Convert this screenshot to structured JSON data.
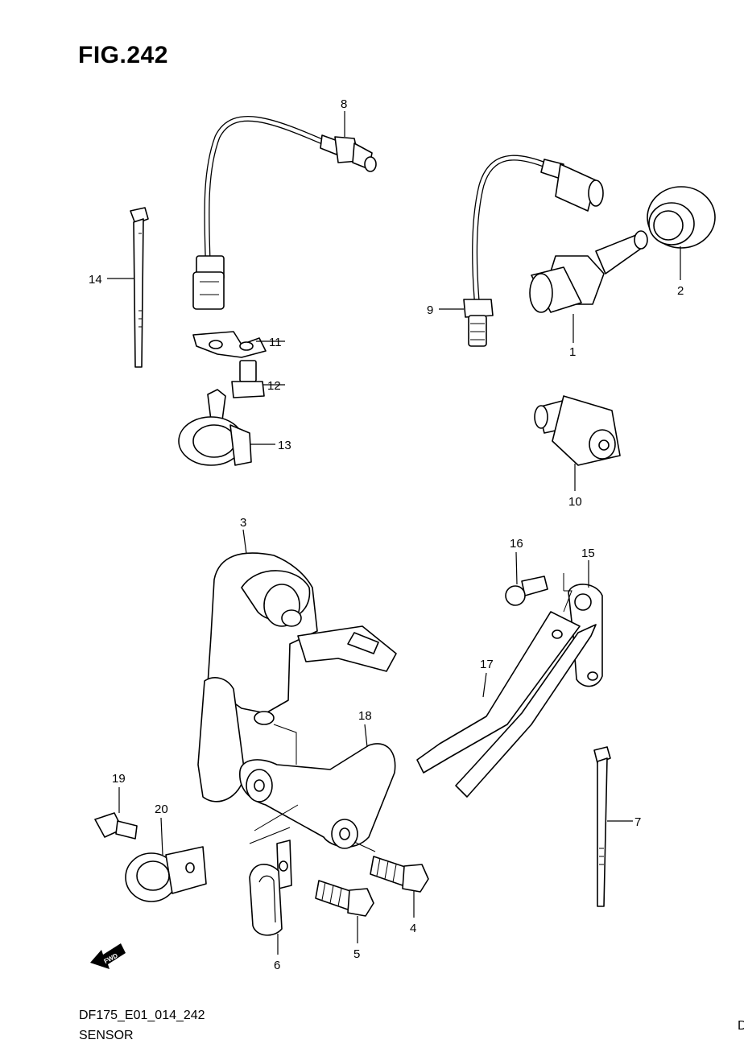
{
  "figure": {
    "title": "FIG.242",
    "code": "DF175_E01_014_242",
    "name": "SENSOR",
    "edge_mark": "D"
  },
  "callouts": [
    "1",
    "2",
    "3",
    "4",
    "5",
    "6",
    "7",
    "8",
    "9",
    "10",
    "11",
    "12",
    "13",
    "14",
    "15",
    "16",
    "17",
    "18",
    "19",
    "20"
  ],
  "fwd_label": "FWD"
}
